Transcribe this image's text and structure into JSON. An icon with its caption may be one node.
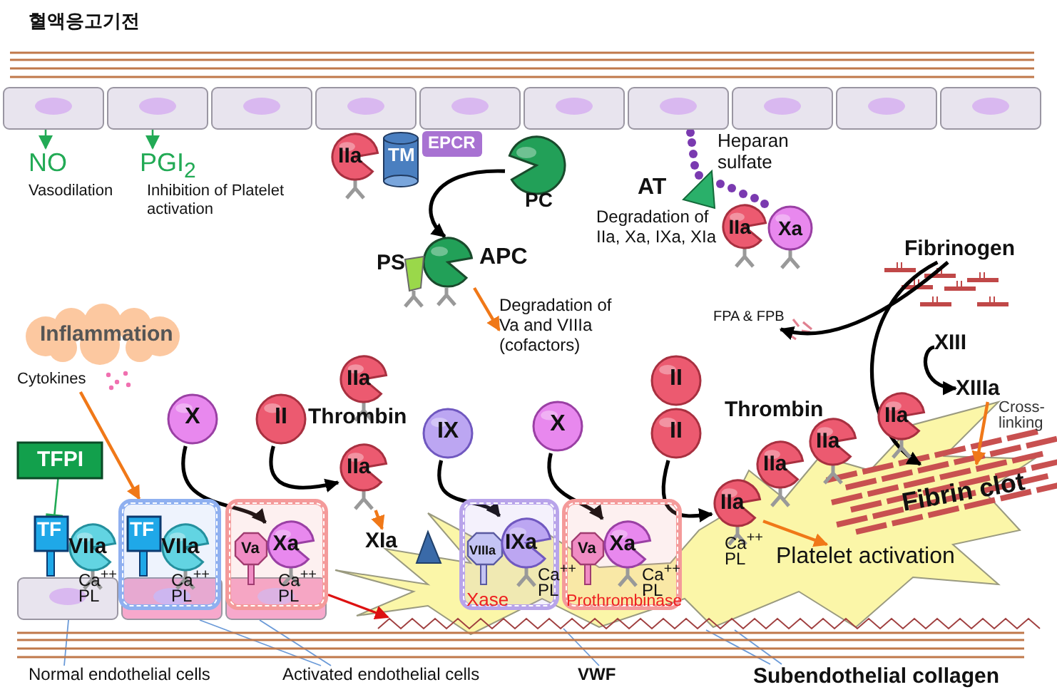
{
  "diagram": {
    "title": "혈액응고기전",
    "nodes": [
      {
        "text": [
          "NO"
        ],
        "beside": [
          "Vasodilation"
        ]
      },
      {
        "text": [
          "PGI$_{2}$"
        ],
        "beside": [
          "Inhibition of Platelet activation"
        ]
      },
      {
        "text": [
          "IIa"
        ]
      },
      {
        "text": [
          "TM"
        ]
      },
      {
        "text": [
          "EPCR"
        ]
      },
      {
        "text": [
          "PC"
        ]
      },
      {
        "text": [
          "APC"
        ]
      },
      {
        "text": [
          "PS"
        ]
      },
      {
        "text": [
          "Degradation of Va and VIIIa (cofactors)"
        ]
      },
      {
        "text": [
          "AT"
        ]
      },
      {
        "text": [
          "IIa"
        ]
      },
      {
        "text": [
          "Xa"
        ]
      },
      {
        "text": [
          "Fibrinogen"
        ]
      },
      {
        "text": [
          "FPA & FPB"
        ]
      },
      {
        "text": [
          "XIII"
        ]
      },
      {
        "text": [
          "XIIIa"
        ]
      },
      {
        "text": [
          "IIa"
        ]
      },
      {
        "text": [
          "Inflammation"
        ]
      },
      {
        "text": [
          "Cytokines"
        ]
      },
      {
        "text": [
          "TFPI"
        ]
      },
      {
        "text": [
          "TF"
        ]
      },
      {
        "text": [
          "VIIa"
        ]
      },
      {
        "text": [
          "X"
        ]
      },
      {
        "text": [
          "II"
        ]
      },
      {
        "text": [
          "IIa"
        ]
      },
      {
        "text": [
          "IIa"
        ]
      },
      {
        "text": [
          "IX"
        ]
      },
      {
        "text": [
          "X"
        ]
      },
      {
        "text": [
          "II"
        ]
      },
      {
        "text": [
          "II"
        ]
      },
      {
        "text": [
          "IIa"
        ]
      },
      {
        "text": [
          "IIa"
        ]
      },
      {
        "text": [
          "IIa"
        ]
      },
      {
        "text": [],
        "shape": "box"
      },
      {
        "text": [
          "TF"
        ],
        "in": 33
      },
      {
        "text": [
          "VIIa"
        ],
        "in": 33
      },
      {
        "text": [],
        "shape": "box"
      },
      {
        "text": [
          "Va"
        ],
        "in": 36
      },
      {
        "text": [
          "Xa"
        ],
        "in": 36
      },
      {
        "text": [
          "XIa"
        ]
      },
      {
        "text": [
          "Xase"
        ]
      },
      {
        "text": [
          "VIIIa"
        ],
        "in": 40
      },
      {
        "text": [
          "IXa"
        ],
        "in": 40
      },
      {
        "text": [
          "Prothrombinase"
        ]
      },
      {
        "text": [
          "Va"
        ],
        "in": 43
      },
      {
        "text": [
          "Xa"
        ],
        "in": 43
      },
      {
        "text": [
          "Platelet activation"
        ]
      },
      {
        "text": [
          "Fibrin clot"
        ]
      },
      {
        "text": [
          "Normal endothelial cells"
        ]
      },
      {
        "text": [
          "Activated endothelial cells"
        ]
      },
      {
        "text": [
          "VWF"
        ]
      },
      {
        "text": [
          "Subendothelial collagen"
        ]
      },
      {
        "text": [],
        "shape": "box"
      },
      {
        "text": [],
        "shape": "box"
      },
      {
        "text": [],
        "shape": "box"
      },
      {
        "text": [],
        "shape": "box"
      },
      {
        "text": [],
        "shape": "box"
      },
      {
        "text": [],
        "shape": "box"
      },
      {
        "text": [],
        "shape": "box"
      },
      {
        "text": [],
        "shape": "box"
      },
      {
        "text": [],
        "shape": "box"
      },
      {
        "text": [],
        "shape": "box"
      },
      {
        "text": [],
        "shape": "box"
      },
      {
        "text": [],
        "shape": "box"
      },
      {
        "text": [],
        "shape": "box"
      },
      {
        "text": [],
        "shape": "zigzag"
      },
      {
        "text": [],
        "shape": "band"
      }
    ],
    "edges": [
      {
        "from": 52,
        "to": 0,
        "arrow": "to",
        "color": "#22aa55"
      },
      {
        "from": 53,
        "to": 1,
        "arrow": "to",
        "color": "#22aa55"
      },
      {
        "from": 5,
        "to": 6,
        "arrow": "to"
      },
      {
        "from": 6,
        "to": 8,
        "arrow": "to",
        "color": "#f07818"
      },
      {
        "from": 12,
        "to": 13,
        "arrow": "to"
      },
      {
        "from": 12,
        "to": 47,
        "arrow": "to"
      },
      {
        "from": 14,
        "to": 15,
        "arrow": "to"
      },
      {
        "from": 15,
        "to": 47,
        "arrow": "to",
        "color": "#f07818",
        "label": "Cross-linking"
      },
      {
        "from": 19,
        "to": 20,
        "arrow": "other",
        "color": "#22aa55"
      },
      {
        "from": 18,
        "to": 33,
        "arrow": "to",
        "color": "#f07818"
      },
      {
        "from": 22,
        "to": 38,
        "arrow": "to"
      },
      {
        "from": 23,
        "to": 25,
        "arrow": "to"
      },
      {
        "from": 25,
        "to": 39,
        "arrow": "to",
        "color": "#f07818"
      },
      {
        "from": 26,
        "to": 42,
        "arrow": "to"
      },
      {
        "from": 27,
        "to": 45,
        "arrow": "to"
      },
      {
        "from": 29,
        "to": 30,
        "arrow": "to"
      },
      {
        "from": 30,
        "to": 46,
        "arrow": "to",
        "color": "#f07818"
      },
      {
        "from": 36,
        "to": 65,
        "arrow": "to",
        "color": "#dd1111"
      },
      {
        "from": 48,
        "to": 62,
        "arrow": "none",
        "color": "#6a9ad8"
      },
      {
        "from": 49,
        "to": 63,
        "arrow": "none",
        "color": "#6a9ad8"
      },
      {
        "from": 49,
        "to": 64,
        "arrow": "none",
        "color": "#6a9ad8"
      },
      {
        "from": 50,
        "to": 65,
        "arrow": "none",
        "color": "#6a9ad8"
      },
      {
        "from": 51,
        "to": 66,
        "arrow": "none",
        "color": "#6a9ad8"
      },
      {
        "from": 51,
        "to": 66,
        "arrow": "none",
        "color": "#6a9ad8"
      }
    ],
    "labels": [
      "Heparan sulfate",
      "Degradation of IIa, Xa, IXa, XIa",
      "Thrombin",
      "Thrombin",
      "Ca$^{++}$ PL",
      "Ca$^{++}$ PL",
      "Ca$^{++}$ PL",
      "Ca$^{++}$ PL",
      "Ca$^{++}$ PL",
      "Ca$^{++}$ PL"
    ]
  }
}
